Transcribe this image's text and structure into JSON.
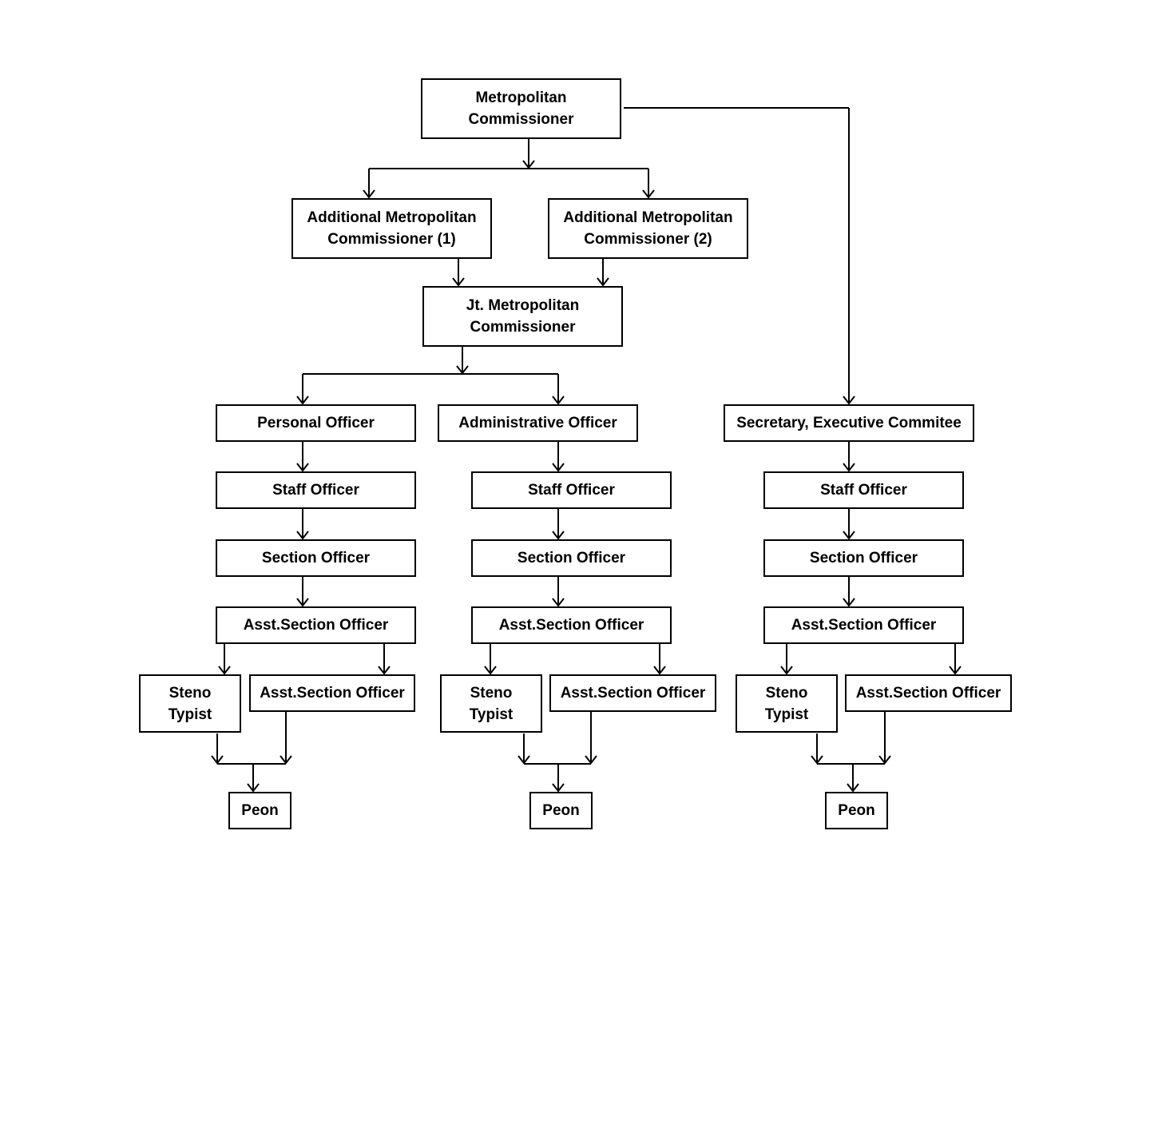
{
  "nodes": {
    "mc": [
      "Metropolitan",
      "Commissioner"
    ],
    "amc1": [
      "Additional Metropolitan",
      "Commissioner (1)"
    ],
    "amc2": [
      "Additional Metropolitan",
      "Commissioner (2)"
    ],
    "jmc": [
      "Jt. Metropolitan",
      "Commissioner"
    ],
    "col1": {
      "head": "Personal Officer",
      "staff": "Staff Officer",
      "section": "Section Officer",
      "asst": "Asst.Section Officer",
      "steno": [
        "Steno",
        "Typist"
      ],
      "asst2": "Asst.Section Officer",
      "peon": "Peon"
    },
    "col2": {
      "head": "Administrative Officer",
      "staff": "Staff Officer",
      "section": "Section Officer",
      "asst": "Asst.Section Officer",
      "steno": [
        "Steno",
        "Typist"
      ],
      "asst2": "Asst.Section Officer",
      "peon": "Peon"
    },
    "col3": {
      "head": "Secretary, Executive Commitee",
      "staff": "Staff Officer",
      "section": "Section Officer",
      "asst": "Asst.Section Officer",
      "steno": [
        "Steno",
        "Typist"
      ],
      "asst2": "Asst.Section Officer",
      "peon": "Peon"
    }
  },
  "colors": {
    "line": "#000000",
    "box_border": "#000000",
    "background": "#ffffff"
  }
}
